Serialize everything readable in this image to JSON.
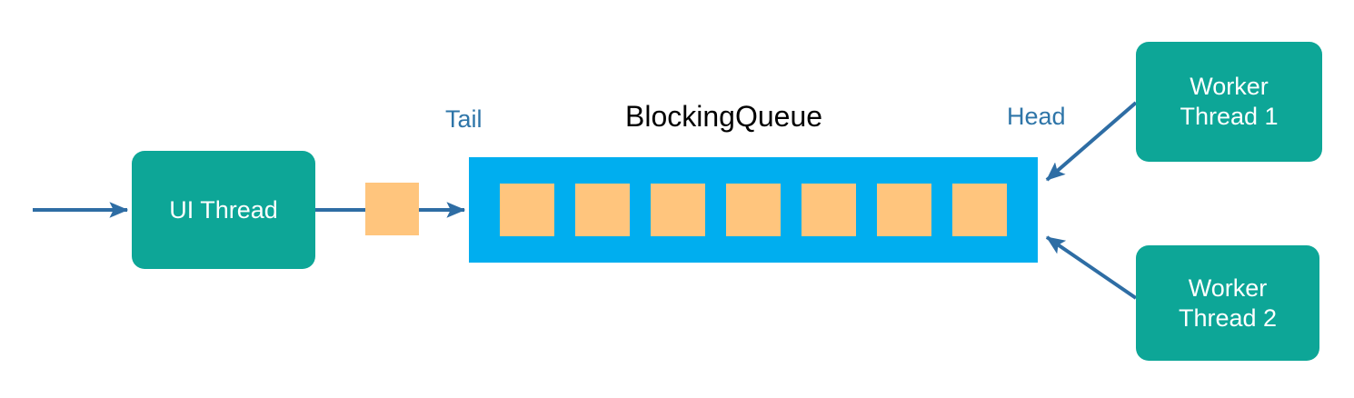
{
  "diagram": {
    "title": "BlockingQueue producer-consumer diagram",
    "colors": {
      "thread_box": "#0DA697",
      "queue_band": "#00AEEF",
      "queue_item": "#FFC57D",
      "arrow": "#2E6DA4",
      "caption_text": "#2E75A8",
      "title_text": "#000000",
      "background": "#FFFFFF"
    }
  },
  "nodes": {
    "ui_thread": {
      "label": "UI Thread"
    },
    "worker_thread_1": {
      "label": "Worker\nThread 1"
    },
    "worker_thread_2": {
      "label": "Worker\nThread 2"
    }
  },
  "queue": {
    "title": "BlockingQueue",
    "tail_label": "Tail",
    "head_label": "Head",
    "item_count": 7,
    "items": [
      {
        "index": 1
      },
      {
        "index": 2
      },
      {
        "index": 3
      },
      {
        "index": 4
      },
      {
        "index": 5
      },
      {
        "index": 6
      },
      {
        "index": 7
      }
    ]
  },
  "transfer_item": {
    "label": ""
  },
  "arrows": [
    {
      "name": "incoming-to-ui-thread",
      "from": "external",
      "to": "ui-thread"
    },
    {
      "name": "ui-thread-to-queue-tail",
      "from": "ui-thread",
      "to": "queue-tail"
    },
    {
      "name": "worker-1-to-queue-head",
      "from": "worker-thread-1",
      "to": "queue-head"
    },
    {
      "name": "worker-2-to-queue-head",
      "from": "worker-thread-2",
      "to": "queue-head"
    }
  ]
}
